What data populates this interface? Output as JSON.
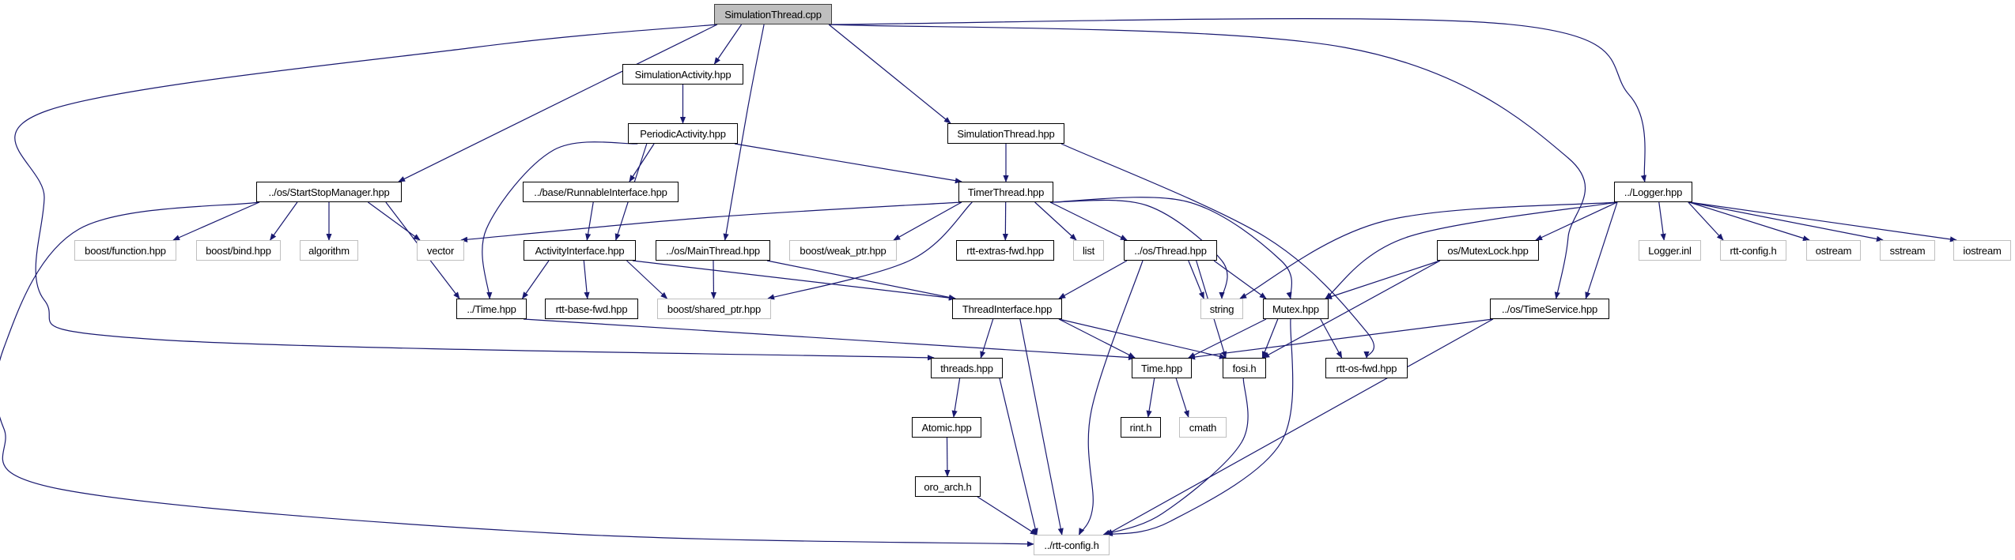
{
  "title": "SimulationThread.cpp include dependency graph",
  "colors": {
    "edge": "#191970",
    "root_fill": "#bfbfbf",
    "local_border": "#000000",
    "system_border": "#bfbfbf"
  },
  "nodes": [
    {
      "id": "root",
      "label": "SimulationThread.cpp",
      "kind": "root"
    },
    {
      "id": "simact",
      "label": "SimulationActivity.hpp",
      "kind": "local"
    },
    {
      "id": "periodic",
      "label": "PeriodicActivity.hpp",
      "kind": "local"
    },
    {
      "id": "simthread_hpp",
      "label": "SimulationThread.hpp",
      "kind": "local"
    },
    {
      "id": "startstop",
      "label": "../os/StartStopManager.hpp",
      "kind": "local"
    },
    {
      "id": "runnable",
      "label": "../base/RunnableInterface.hpp",
      "kind": "local"
    },
    {
      "id": "timerthread",
      "label": "TimerThread.hpp",
      "kind": "local"
    },
    {
      "id": "logger",
      "label": "../Logger.hpp",
      "kind": "local"
    },
    {
      "id": "boost_function",
      "label": "boost/function.hpp",
      "kind": "system"
    },
    {
      "id": "boost_bind",
      "label": "boost/bind.hpp",
      "kind": "system"
    },
    {
      "id": "algorithm",
      "label": "algorithm",
      "kind": "system"
    },
    {
      "id": "vector",
      "label": "vector",
      "kind": "system"
    },
    {
      "id": "activityif",
      "label": "ActivityInterface.hpp",
      "kind": "local"
    },
    {
      "id": "mainthread",
      "label": "../os/MainThread.hpp",
      "kind": "local"
    },
    {
      "id": "weak_ptr",
      "label": "boost/weak_ptr.hpp",
      "kind": "system"
    },
    {
      "id": "extras_fwd",
      "label": "rtt-extras-fwd.hpp",
      "kind": "local"
    },
    {
      "id": "list",
      "label": "list",
      "kind": "system"
    },
    {
      "id": "os_thread",
      "label": "../os/Thread.hpp",
      "kind": "local"
    },
    {
      "id": "mutexlock",
      "label": "os/MutexLock.hpp",
      "kind": "local"
    },
    {
      "id": "logger_inl",
      "label": "Logger.inl",
      "kind": "system"
    },
    {
      "id": "rtt_config_h",
      "label": "rtt-config.h",
      "kind": "system"
    },
    {
      "id": "ostream",
      "label": "ostream",
      "kind": "system"
    },
    {
      "id": "sstream",
      "label": "sstream",
      "kind": "system"
    },
    {
      "id": "iostream",
      "label": "iostream",
      "kind": "system"
    },
    {
      "id": "time_rel",
      "label": "../Time.hpp",
      "kind": "local"
    },
    {
      "id": "base_fwd",
      "label": "rtt-base-fwd.hpp",
      "kind": "local"
    },
    {
      "id": "shared_ptr",
      "label": "boost/shared_ptr.hpp",
      "kind": "system"
    },
    {
      "id": "threadif",
      "label": "ThreadInterface.hpp",
      "kind": "local"
    },
    {
      "id": "string",
      "label": "string",
      "kind": "system"
    },
    {
      "id": "mutex",
      "label": "Mutex.hpp",
      "kind": "local"
    },
    {
      "id": "timeservice",
      "label": "../os/TimeService.hpp",
      "kind": "local"
    },
    {
      "id": "threads",
      "label": "threads.hpp",
      "kind": "local"
    },
    {
      "id": "time",
      "label": "Time.hpp",
      "kind": "local"
    },
    {
      "id": "fosi",
      "label": "fosi.h",
      "kind": "local"
    },
    {
      "id": "os_fwd",
      "label": "rtt-os-fwd.hpp",
      "kind": "local"
    },
    {
      "id": "atomic",
      "label": "Atomic.hpp",
      "kind": "local"
    },
    {
      "id": "rint",
      "label": "rint.h",
      "kind": "local"
    },
    {
      "id": "cmath",
      "label": "cmath",
      "kind": "system"
    },
    {
      "id": "oro_arch",
      "label": "oro_arch.h",
      "kind": "local"
    },
    {
      "id": "rtt_config",
      "label": "../rtt-config.h",
      "kind": "system"
    }
  ],
  "edges": [
    [
      "root",
      "simact"
    ],
    [
      "root",
      "simthread_hpp"
    ],
    [
      "root",
      "startstop"
    ],
    [
      "root",
      "mainthread"
    ],
    [
      "root",
      "logger"
    ],
    [
      "root",
      "timeservice"
    ],
    [
      "root",
      "threads"
    ],
    [
      "simact",
      "periodic"
    ],
    [
      "periodic",
      "runnable"
    ],
    [
      "periodic",
      "activityif"
    ],
    [
      "periodic",
      "timerthread"
    ],
    [
      "periodic",
      "time_rel"
    ],
    [
      "simthread_hpp",
      "timerthread"
    ],
    [
      "simthread_hpp",
      "os_fwd"
    ],
    [
      "startstop",
      "boost_function"
    ],
    [
      "startstop",
      "boost_bind"
    ],
    [
      "startstop",
      "algorithm"
    ],
    [
      "startstop",
      "vector"
    ],
    [
      "startstop",
      "time_rel"
    ],
    [
      "startstop",
      "rtt_config"
    ],
    [
      "runnable",
      "activityif"
    ],
    [
      "timerthread",
      "vector"
    ],
    [
      "timerthread",
      "weak_ptr"
    ],
    [
      "timerthread",
      "extras_fwd"
    ],
    [
      "timerthread",
      "list"
    ],
    [
      "timerthread",
      "os_thread"
    ],
    [
      "timerthread",
      "shared_ptr"
    ],
    [
      "timerthread",
      "string"
    ],
    [
      "timerthread",
      "mutex"
    ],
    [
      "activityif",
      "time_rel"
    ],
    [
      "activityif",
      "base_fwd"
    ],
    [
      "activityif",
      "shared_ptr"
    ],
    [
      "activityif",
      "threadif"
    ],
    [
      "mainthread",
      "shared_ptr"
    ],
    [
      "mainthread",
      "threadif"
    ],
    [
      "os_thread",
      "threadif"
    ],
    [
      "os_thread",
      "string"
    ],
    [
      "os_thread",
      "mutex"
    ],
    [
      "os_thread",
      "fosi"
    ],
    [
      "os_thread",
      "rtt_config"
    ],
    [
      "logger",
      "string"
    ],
    [
      "logger",
      "mutex"
    ],
    [
      "logger",
      "mutexlock"
    ],
    [
      "logger",
      "timeservice"
    ],
    [
      "logger",
      "logger_inl"
    ],
    [
      "logger",
      "rtt_config_h"
    ],
    [
      "logger",
      "ostream"
    ],
    [
      "logger",
      "sstream"
    ],
    [
      "logger",
      "iostream"
    ],
    [
      "mutexlock",
      "mutex"
    ],
    [
      "mutexlock",
      "fosi"
    ],
    [
      "time_rel",
      "time"
    ],
    [
      "threadif",
      "threads"
    ],
    [
      "threadif",
      "time"
    ],
    [
      "threadif",
      "fosi"
    ],
    [
      "threadif",
      "rtt_config"
    ],
    [
      "mutex",
      "time"
    ],
    [
      "mutex",
      "fosi"
    ],
    [
      "mutex",
      "os_fwd"
    ],
    [
      "mutex",
      "rtt_config"
    ],
    [
      "timeservice",
      "time"
    ],
    [
      "timeservice",
      "rtt_config"
    ],
    [
      "threads",
      "atomic"
    ],
    [
      "threads",
      "rtt_config"
    ],
    [
      "time",
      "rint"
    ],
    [
      "time",
      "cmath"
    ],
    [
      "fosi",
      "rtt_config"
    ],
    [
      "atomic",
      "oro_arch"
    ],
    [
      "oro_arch",
      "rtt_config"
    ]
  ]
}
